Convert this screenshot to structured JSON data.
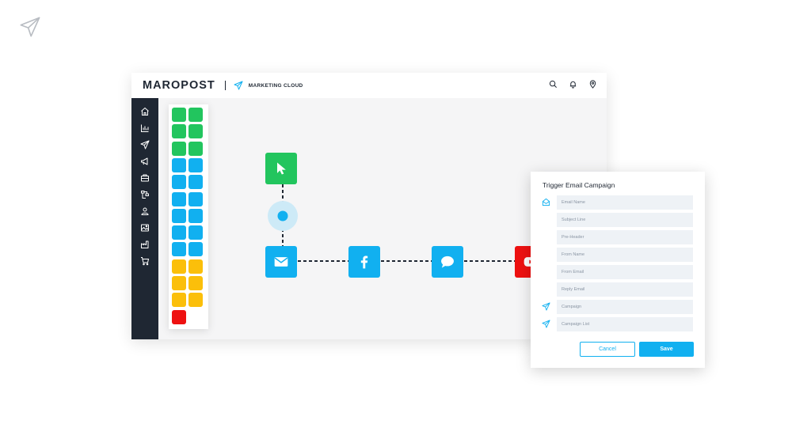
{
  "header": {
    "brand": "MAROPOST",
    "product": "MARKETING CLOUD"
  },
  "icons": {
    "corner": "paper-plane-icon",
    "product": "paper-plane-icon",
    "search": "search-icon",
    "notifications": "bell-icon",
    "location": "map-pin-icon"
  },
  "sidebar": {
    "items": [
      {
        "icon": "home-icon"
      },
      {
        "icon": "bar-chart-icon"
      },
      {
        "icon": "paper-plane-icon"
      },
      {
        "icon": "megaphone-icon"
      },
      {
        "icon": "briefcase-icon"
      },
      {
        "icon": "sitemap-icon"
      },
      {
        "icon": "user-icon"
      },
      {
        "icon": "image-icon"
      },
      {
        "icon": "factory-icon"
      },
      {
        "icon": "cart-icon"
      }
    ]
  },
  "palette": {
    "colors": {
      "green": "#22c55e",
      "blue": "#11b0f0",
      "yellow": "#fbbf0a",
      "red": "#ee1111"
    },
    "tiles": [
      "green",
      "green",
      "green",
      "green",
      "green",
      "green",
      "blue",
      "blue",
      "blue",
      "blue",
      "blue",
      "blue",
      "blue",
      "blue",
      "blue",
      "blue",
      "blue",
      "blue",
      "yellow",
      "yellow",
      "yellow",
      "yellow",
      "yellow",
      "yellow",
      "red"
    ]
  },
  "workflow": {
    "nodes": [
      {
        "name": "click-trigger-node",
        "icon": "cursor-icon",
        "color": "#22c55e"
      },
      {
        "name": "email-node",
        "icon": "envelope-icon",
        "color": "#11b0f0"
      },
      {
        "name": "facebook-node",
        "icon": "facebook-icon",
        "color": "#11b0f0"
      },
      {
        "name": "sms-node",
        "icon": "chat-bubble-icon",
        "color": "#11b0f0"
      },
      {
        "name": "youtube-node",
        "icon": "youtube-icon",
        "color": "#ee1111"
      }
    ]
  },
  "dialog": {
    "title": "Trigger Email Campaign",
    "fields": [
      {
        "placeholder": "Email Name",
        "icon": "envelope-open-icon"
      },
      {
        "placeholder": "Subject Line",
        "icon": ""
      },
      {
        "placeholder": "Pre-Header",
        "icon": ""
      },
      {
        "placeholder": "From Name",
        "icon": ""
      },
      {
        "placeholder": "From Email",
        "icon": ""
      },
      {
        "placeholder": "Reply Email",
        "icon": ""
      },
      {
        "placeholder": "Campaign",
        "icon": "paper-plane-icon"
      },
      {
        "placeholder": "Campaign List",
        "icon": "paper-plane-icon"
      }
    ],
    "cancel_label": "Cancel",
    "save_label": "Save"
  }
}
